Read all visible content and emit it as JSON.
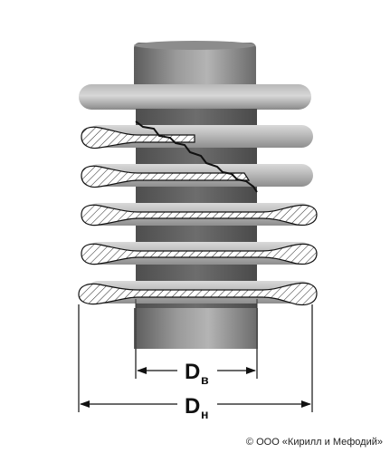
{
  "dimensions": {
    "inner": {
      "main": "D",
      "sub": "в"
    },
    "outer": {
      "main": "D",
      "sub": "н"
    }
  },
  "copyright": "© ООО «Кирилл и Мефодий»"
}
